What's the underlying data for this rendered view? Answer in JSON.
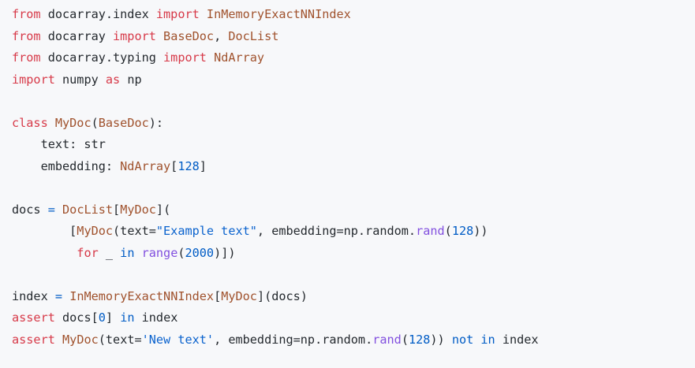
{
  "editor": {
    "language": "python",
    "background": "#f7f8fa",
    "foreground": "#24292e",
    "font": "monospace",
    "colors": {
      "keyword": "#d73a49",
      "keyword_operator": "#005cc5",
      "class_name": "#a0522d",
      "function": "#8250df",
      "number": "#005cc5",
      "string": "#0b63ce",
      "plain": "#24292e"
    }
  },
  "code": {
    "lines": [
      {
        "n": 1,
        "text": "from docarray.index import InMemoryExactNNIndex",
        "tokens": [
          {
            "t": "from",
            "k": "kw"
          },
          {
            "t": " docarray.index ",
            "k": "plain"
          },
          {
            "t": "import",
            "k": "kw"
          },
          {
            "t": " ",
            "k": "plain"
          },
          {
            "t": "InMemoryExactNNIndex",
            "k": "class"
          }
        ]
      },
      {
        "n": 2,
        "text": "from docarray import BaseDoc, DocList",
        "tokens": [
          {
            "t": "from",
            "k": "kw"
          },
          {
            "t": " docarray ",
            "k": "plain"
          },
          {
            "t": "import",
            "k": "kw"
          },
          {
            "t": " ",
            "k": "plain"
          },
          {
            "t": "BaseDoc",
            "k": "class"
          },
          {
            "t": ", ",
            "k": "punct"
          },
          {
            "t": "DocList",
            "k": "class"
          }
        ]
      },
      {
        "n": 3,
        "text": "from docarray.typing import NdArray",
        "tokens": [
          {
            "t": "from",
            "k": "kw"
          },
          {
            "t": " docarray.typing ",
            "k": "plain"
          },
          {
            "t": "import",
            "k": "kw"
          },
          {
            "t": " ",
            "k": "plain"
          },
          {
            "t": "NdArray",
            "k": "class"
          }
        ]
      },
      {
        "n": 4,
        "text": "import numpy as np",
        "tokens": [
          {
            "t": "import",
            "k": "kw"
          },
          {
            "t": " numpy ",
            "k": "plain"
          },
          {
            "t": "as",
            "k": "kw"
          },
          {
            "t": " np",
            "k": "plain"
          }
        ]
      },
      {
        "n": 5,
        "text": "",
        "tokens": []
      },
      {
        "n": 6,
        "text": "class MyDoc(BaseDoc):",
        "tokens": [
          {
            "t": "class",
            "k": "kw"
          },
          {
            "t": " ",
            "k": "plain"
          },
          {
            "t": "MyDoc",
            "k": "class"
          },
          {
            "t": "(",
            "k": "punct"
          },
          {
            "t": "BaseDoc",
            "k": "class"
          },
          {
            "t": "):",
            "k": "punct"
          }
        ]
      },
      {
        "n": 7,
        "text": "    text: str",
        "tokens": [
          {
            "t": "    text: str",
            "k": "plain"
          }
        ]
      },
      {
        "n": 8,
        "text": "    embedding: NdArray[128]",
        "tokens": [
          {
            "t": "    embedding: ",
            "k": "plain"
          },
          {
            "t": "NdArray",
            "k": "class"
          },
          {
            "t": "[",
            "k": "punct"
          },
          {
            "t": "128",
            "k": "num"
          },
          {
            "t": "]",
            "k": "punct"
          }
        ]
      },
      {
        "n": 9,
        "text": "",
        "tokens": []
      },
      {
        "n": 10,
        "text": "docs = DocList[MyDoc](",
        "tokens": [
          {
            "t": "docs ",
            "k": "plain"
          },
          {
            "t": "=",
            "k": "kwop"
          },
          {
            "t": " ",
            "k": "plain"
          },
          {
            "t": "DocList",
            "k": "class"
          },
          {
            "t": "[",
            "k": "punct"
          },
          {
            "t": "MyDoc",
            "k": "class"
          },
          {
            "t": "](",
            "k": "punct"
          }
        ]
      },
      {
        "n": 11,
        "text": "        [MyDoc(text=\"Example text\", embedding=np.random.rand(128))",
        "tokens": [
          {
            "t": "        [",
            "k": "punct"
          },
          {
            "t": "MyDoc",
            "k": "class"
          },
          {
            "t": "(",
            "k": "punct"
          },
          {
            "t": "text=",
            "k": "plain"
          },
          {
            "t": "\"Example text\"",
            "k": "str"
          },
          {
            "t": ", embedding=np.random.",
            "k": "plain"
          },
          {
            "t": "rand",
            "k": "fn"
          },
          {
            "t": "(",
            "k": "punct"
          },
          {
            "t": "128",
            "k": "num"
          },
          {
            "t": "))",
            "k": "punct"
          }
        ]
      },
      {
        "n": 12,
        "text": "         for _ in range(2000)])",
        "tokens": [
          {
            "t": "         ",
            "k": "plain"
          },
          {
            "t": "for",
            "k": "kw"
          },
          {
            "t": " _ ",
            "k": "plain"
          },
          {
            "t": "in",
            "k": "kwop"
          },
          {
            "t": " ",
            "k": "plain"
          },
          {
            "t": "range",
            "k": "fn"
          },
          {
            "t": "(",
            "k": "punct"
          },
          {
            "t": "2000",
            "k": "num"
          },
          {
            "t": ")])",
            "k": "punct"
          }
        ]
      },
      {
        "n": 13,
        "text": "",
        "tokens": []
      },
      {
        "n": 14,
        "text": "index = InMemoryExactNNIndex[MyDoc](docs)",
        "tokens": [
          {
            "t": "index ",
            "k": "plain"
          },
          {
            "t": "=",
            "k": "kwop"
          },
          {
            "t": " ",
            "k": "plain"
          },
          {
            "t": "InMemoryExactNNIndex",
            "k": "class"
          },
          {
            "t": "[",
            "k": "punct"
          },
          {
            "t": "MyDoc",
            "k": "class"
          },
          {
            "t": "](docs)",
            "k": "punct"
          }
        ]
      },
      {
        "n": 15,
        "text": "assert docs[0] in index",
        "tokens": [
          {
            "t": "assert",
            "k": "kw"
          },
          {
            "t": " docs",
            "k": "plain"
          },
          {
            "t": "[",
            "k": "punct"
          },
          {
            "t": "0",
            "k": "num"
          },
          {
            "t": "] ",
            "k": "punct"
          },
          {
            "t": "in",
            "k": "kwop"
          },
          {
            "t": " index",
            "k": "plain"
          }
        ]
      },
      {
        "n": 16,
        "text": "assert MyDoc(text='New text', embedding=np.random.rand(128)) not in index",
        "tokens": [
          {
            "t": "assert",
            "k": "kw"
          },
          {
            "t": " ",
            "k": "plain"
          },
          {
            "t": "MyDoc",
            "k": "class"
          },
          {
            "t": "(",
            "k": "punct"
          },
          {
            "t": "text=",
            "k": "plain"
          },
          {
            "t": "'New text'",
            "k": "str"
          },
          {
            "t": ", embedding=np.random.",
            "k": "plain"
          },
          {
            "t": "rand",
            "k": "fn"
          },
          {
            "t": "(",
            "k": "punct"
          },
          {
            "t": "128",
            "k": "num"
          },
          {
            "t": ")) ",
            "k": "punct"
          },
          {
            "t": "not in",
            "k": "kwop"
          },
          {
            "t": " index",
            "k": "plain"
          }
        ]
      }
    ]
  }
}
